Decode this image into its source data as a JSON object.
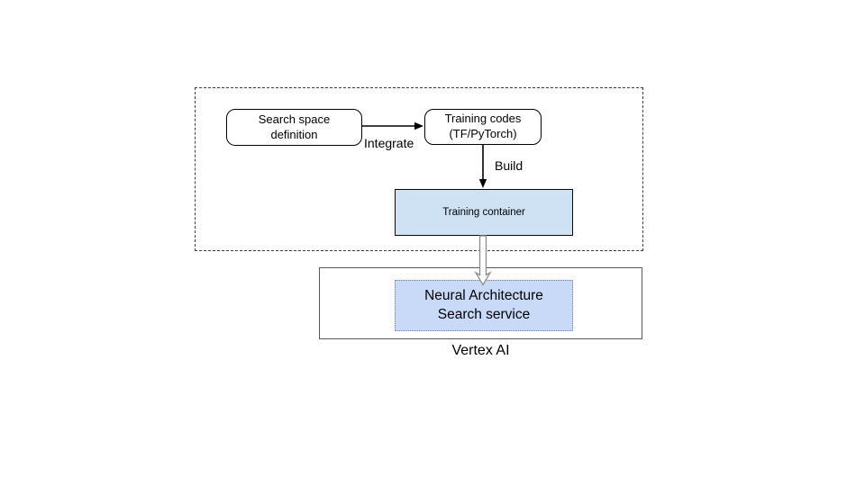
{
  "diagram": {
    "nodes": {
      "search_space": {
        "line1": "Search space",
        "line2": "definition"
      },
      "training_codes": {
        "line1": "Training codes",
        "line2": "(TF/PyTorch)"
      },
      "training_container": {
        "label": "Training container",
        "fill": "#cfe2f3"
      },
      "nas_service": {
        "line1": "Neural Architecture",
        "line2": "Search service",
        "fill": "#c9daf8"
      }
    },
    "edge_labels": {
      "integrate": "Integrate",
      "build": "Build"
    },
    "groups": {
      "vertex_ai": {
        "label": "Vertex AI"
      }
    },
    "colors": {
      "box_border": "#000000",
      "group_border_gray": "#595959",
      "dashed_border": "#3f3f3f",
      "hollow_arrow_stroke": "#8c8c8c"
    }
  }
}
